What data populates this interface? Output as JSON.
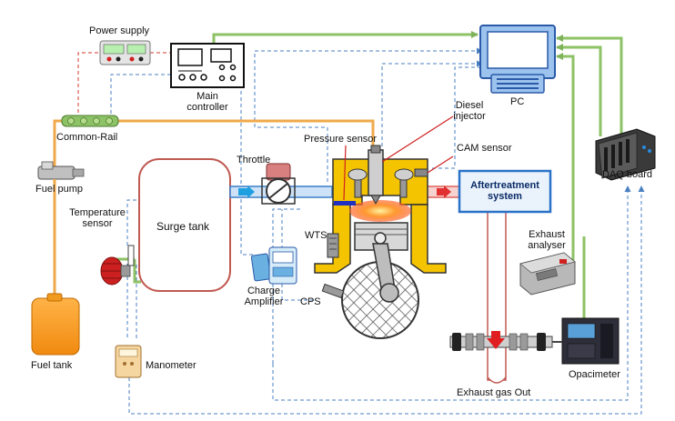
{
  "labels": {
    "power_supply": "Power supply",
    "main_controller_l1": "Main",
    "main_controller_l2": "controller",
    "pc": "PC",
    "diesel_injector_l1": "Diesel",
    "diesel_injector_l2": "injector",
    "common_rail": "Common-Rail",
    "pressure_sensor": "Pressure sensor",
    "cam_sensor": "CAM sensor",
    "throttle": "Throttle",
    "fuel_pump": "Fuel pump",
    "temperature_sensor_l1": "Temperature",
    "temperature_sensor_l2": "sensor",
    "surge_tank": "Surge  tank",
    "aftertreatment_l1": "Aftertreatment",
    "aftertreatment_l2": "system",
    "daq_board": "DAQ board",
    "wts": "WTS",
    "exhaust_analyser_l1": "Exhaust",
    "exhaust_analyser_l2": "analyser",
    "charge_amplifier_l1": "Charge",
    "charge_amplifier_l2": "Amplifier",
    "cps": "CPS",
    "fuel_tank": "Fuel tank",
    "manometer": "Manometer",
    "opacimeter": "Opacimeter",
    "exhaust_gas_out": "Exhaust gas Out"
  },
  "colors": {
    "fuel_line": "#f0a94a",
    "signal_green": "#8ec266",
    "dashed_blue": "#4a7fc0",
    "dashed_red": "#d23a2a",
    "intake_blue": "#3a7ec8",
    "exhaust_red": "#e0605a",
    "engine_yellow": "#f5c400",
    "surge_border": "#c05a52",
    "after_box": "#2a72c8"
  }
}
